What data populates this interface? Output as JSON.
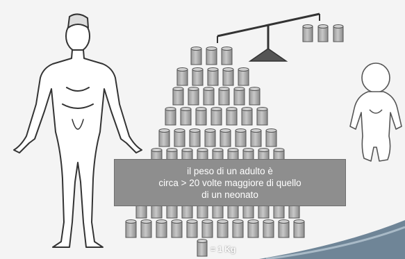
{
  "caption": {
    "line1": "il peso di un adulto è",
    "line2": "circa > 20 volte maggiore di quello",
    "line3": "di un neonato"
  },
  "legend": {
    "unit_label": "= 1 Kg"
  },
  "colors": {
    "background": "#f4f4f4",
    "weight_fill": "#b4b4b4",
    "weight_stroke": "#555555",
    "caption_box": "#8e8e8e",
    "balance": "#333333",
    "corner_swoosh": "#6f8597"
  },
  "icons": {
    "adult": "adult-figure-icon",
    "baby": "baby-figure-icon",
    "balance": "balance-scale-icon",
    "weight": "weight-cylinder-icon"
  }
}
